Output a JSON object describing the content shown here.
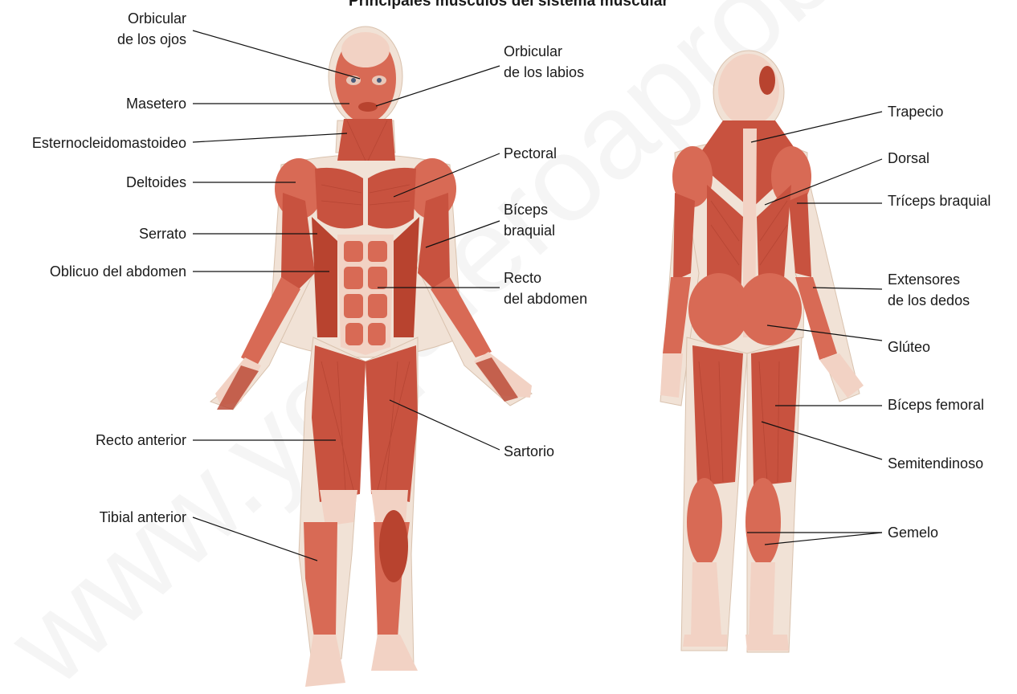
{
  "title": "Principales músculos del sistema muscular",
  "watermark": "www.yoquieroaprobar",
  "colors": {
    "muscle": "#c8523f",
    "tendon": "#f2d2c4",
    "outline": "#f1e2d6"
  },
  "labels_left": [
    "Orbicular\nde los ojos",
    "Masetero",
    "Esternocleidomastoideo",
    "Deltoides",
    "Serrato",
    "Oblicuo del abdomen",
    "Recto anterior",
    "Tibial anterior"
  ],
  "labels_center": [
    "Orbicular\nde los labios",
    "Pectoral",
    "Bíceps\nbraquial",
    "Recto\ndel abdomen",
    "Sartorio"
  ],
  "labels_right": [
    "Trapecio",
    "Dorsal",
    "Tríceps braquial",
    "Extensores\nde los dedos",
    "Glúteo",
    "Bíceps femoral",
    "Semitendinoso",
    "Gemelo"
  ]
}
